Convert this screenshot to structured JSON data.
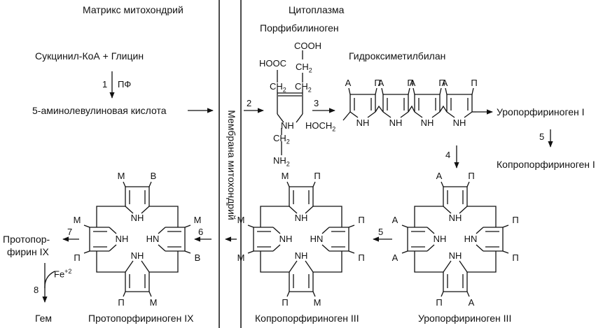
{
  "compartments": {
    "matrix": "Матрикс митохондрий",
    "cytoplasm": "Цитоплазма",
    "membrane": "Мембрана митохондрий"
  },
  "compounds": {
    "succinyl": "Сукцинил-КоА + Глицин",
    "ala": "5-аминолевулиновая кислота",
    "pbg": "Порфибилиноген",
    "hmb": "Гидроксиметилбилан",
    "uro1": "Уропорфириноген I",
    "copro1": "Копропорфириноген I",
    "uro3": "Уропорфириноген III",
    "copro3": "Копропорфириноген III",
    "proto_gen": "Протопорфириноген IX",
    "proto_line1": "Протопор-",
    "proto_line2": "фирин IX",
    "heme": "Гем",
    "fe": "Fe",
    "fe_charge": "+2"
  },
  "steps": {
    "s1": "1",
    "s1_cofactor": "ПФ",
    "s2": "2",
    "s3": "3",
    "s4": "4",
    "s5a": "5",
    "s5b": "5",
    "s6": "6",
    "s7": "7",
    "s8": "8"
  },
  "pbg_groups": {
    "cooh": "COOH",
    "hooc": "HOOC",
    "ch2a": "CH",
    "ch2b": "CH",
    "ch2c": "CH",
    "ch2d": "CH",
    "nh": "NH",
    "nh2": "NH",
    "sub2": "2"
  },
  "hmb_groups": {
    "hoch2": "HOCH",
    "sub2": "2",
    "pyrrole_nh": [
      "NH",
      "NH",
      "NH",
      "NH"
    ],
    "subst": [
      "А",
      "П",
      "А",
      "П",
      "А",
      "П",
      "А",
      "П"
    ]
  },
  "macrocycles": {
    "nh_labels": [
      "NH",
      "NH",
      "HN",
      "NH"
    ],
    "uro3": [
      "А",
      "П",
      "А",
      "П",
      "А",
      "П",
      "П",
      "А"
    ],
    "copro3": [
      "М",
      "П",
      "М",
      "П",
      "М",
      "П",
      "П",
      "М"
    ],
    "proto": [
      "М",
      "В",
      "М",
      "М",
      "П",
      "В",
      "П",
      "М"
    ]
  }
}
